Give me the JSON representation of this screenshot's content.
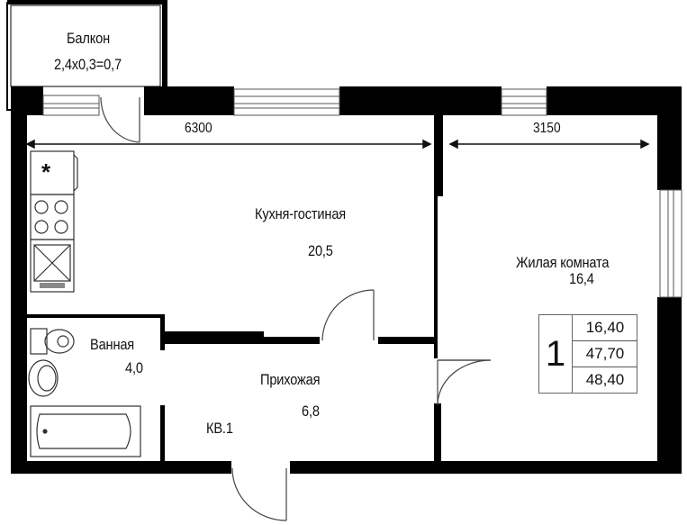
{
  "plan": {
    "apartment_label": "КВ.1",
    "rooms": [
      {
        "name": "Балкон",
        "area": "2,4x0,3=0,7"
      },
      {
        "name": "Кухня-гостиная",
        "area": "20,5"
      },
      {
        "name": "Жилая комната",
        "area": "16,4"
      },
      {
        "name": "Ванная",
        "area": "4,0"
      },
      {
        "name": "Прихожая",
        "area": "6,8"
      }
    ],
    "dimensions": {
      "kitchen_width": "6300",
      "room_width": "3150"
    },
    "summary_table": {
      "room_count": "1",
      "living_area": "16,40",
      "total_area": "47,70",
      "total_area_with_balcony": "48,40"
    },
    "fixtures": [
      "fridge-icon",
      "cooktop-icon",
      "oven-icon",
      "toilet-icon",
      "sink-icon",
      "bathtub-icon"
    ],
    "colors": {
      "wall": "#000000",
      "background": "#ffffff",
      "line": "#444444"
    }
  }
}
